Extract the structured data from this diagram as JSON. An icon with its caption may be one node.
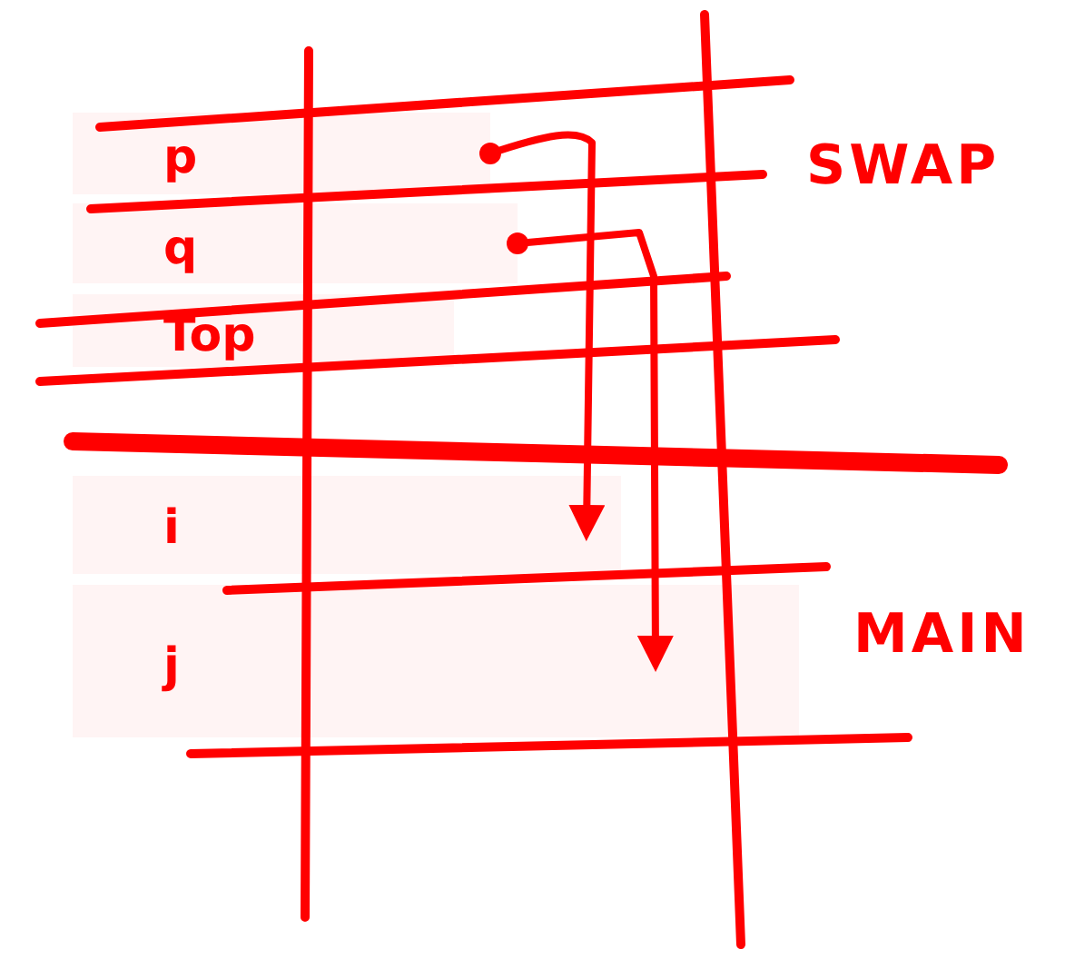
{
  "diagram": {
    "nodes": [
      {
        "text": [
          "p"
        ]
      },
      {
        "text": [
          "q"
        ]
      },
      {
        "text": [
          "Top"
        ]
      },
      {
        "text": [
          "i"
        ]
      },
      {
        "text": [
          "j"
        ]
      }
    ],
    "edges": [
      {
        "from": 0,
        "to": 3,
        "arrow": "to"
      },
      {
        "from": 1,
        "to": 4,
        "arrow": "to"
      }
    ],
    "labels": [
      "SWAP",
      "MAIN"
    ]
  }
}
